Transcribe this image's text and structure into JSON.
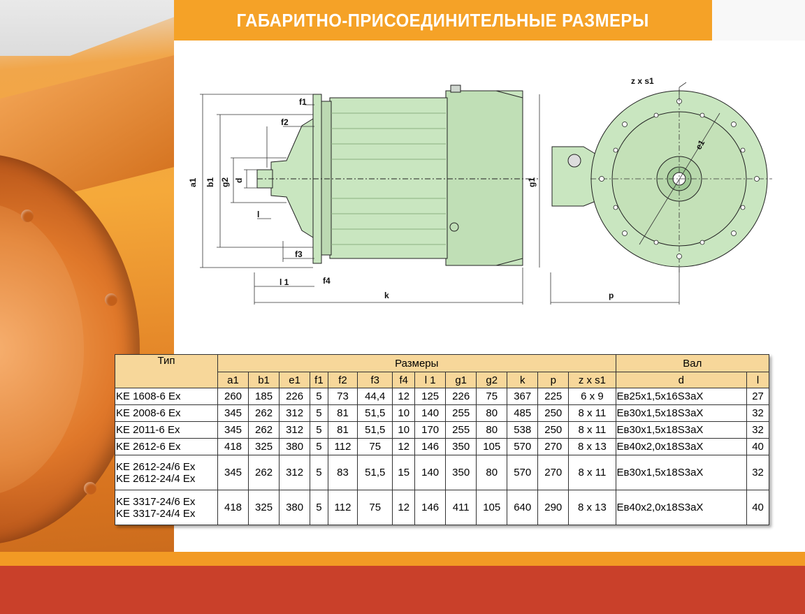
{
  "header": {
    "title": "ГАБАРИТНО-ПРИСОЕДИНИТЕЛЬНЫЕ РАЗМЕРЫ"
  },
  "drawing_labels": {
    "zxs1": "z x s1",
    "f1": "f1",
    "f2": "f2",
    "f3": "f3",
    "f4": "f4",
    "a1": "a1",
    "b1": "b1",
    "g2": "g2",
    "d": "d",
    "l": "l",
    "l1": "l 1",
    "k": "k",
    "g1": "g1",
    "e1": "e1",
    "p": "p"
  },
  "table": {
    "group_type": "Тип",
    "group_dims": "Размеры",
    "group_shaft": "Вал",
    "columns": [
      "a1",
      "b1",
      "e1",
      "f1",
      "f2",
      "f3",
      "f4",
      "l 1",
      "g1",
      "g2",
      "k",
      "p",
      "z x s1",
      "d",
      "l"
    ],
    "rows": [
      {
        "type": [
          "KE 1608-6 Ex"
        ],
        "values": [
          "260",
          "185",
          "226",
          "5",
          "73",
          "44,4",
          "12",
          "125",
          "226",
          "75",
          "367",
          "225",
          "6 x 9",
          "Ев25x1,5x16S3aX",
          "27"
        ]
      },
      {
        "type": [
          "KE 2008-6 Ex"
        ],
        "values": [
          "345",
          "262",
          "312",
          "5",
          "81",
          "51,5",
          "10",
          "140",
          "255",
          "80",
          "485",
          "250",
          "8 x 11",
          "Ев30x1,5x18S3aX",
          "32"
        ]
      },
      {
        "type": [
          "KE 2011-6 Ex"
        ],
        "values": [
          "345",
          "262",
          "312",
          "5",
          "81",
          "51,5",
          "10",
          "170",
          "255",
          "80",
          "538",
          "250",
          "8 x 11",
          "Ев30x1,5x18S3aX",
          "32"
        ]
      },
      {
        "type": [
          "KE 2612-6 Ex"
        ],
        "values": [
          "418",
          "325",
          "380",
          "5",
          "112",
          "75",
          "12",
          "146",
          "350",
          "105",
          "570",
          "270",
          "8 x 13",
          "Ев40x2,0x18S3aX",
          "40"
        ]
      },
      {
        "type": [
          "KE 2612-24/6 Ex",
          "KE 2612-24/4 Ex"
        ],
        "values": [
          "345",
          "262",
          "312",
          "5",
          "83",
          "51,5",
          "15",
          "140",
          "350",
          "80",
          "570",
          "270",
          "8 x 11",
          "Ев30x1,5x18S3aX",
          "32"
        ]
      },
      {
        "type": [
          "KE 3317-24/6 Ex",
          "KE 3317-24/4 Ex"
        ],
        "values": [
          "418",
          "325",
          "380",
          "5",
          "112",
          "75",
          "12",
          "146",
          "411",
          "105",
          "640",
          "290",
          "8 x 13",
          "Ев40x2,0x18S3aX",
          "40"
        ]
      }
    ]
  },
  "colors": {
    "header_orange": "#f5a227",
    "bottom_red": "#c9402a",
    "motor_green": "#c9e6c0",
    "table_header": "#f7d79a"
  }
}
